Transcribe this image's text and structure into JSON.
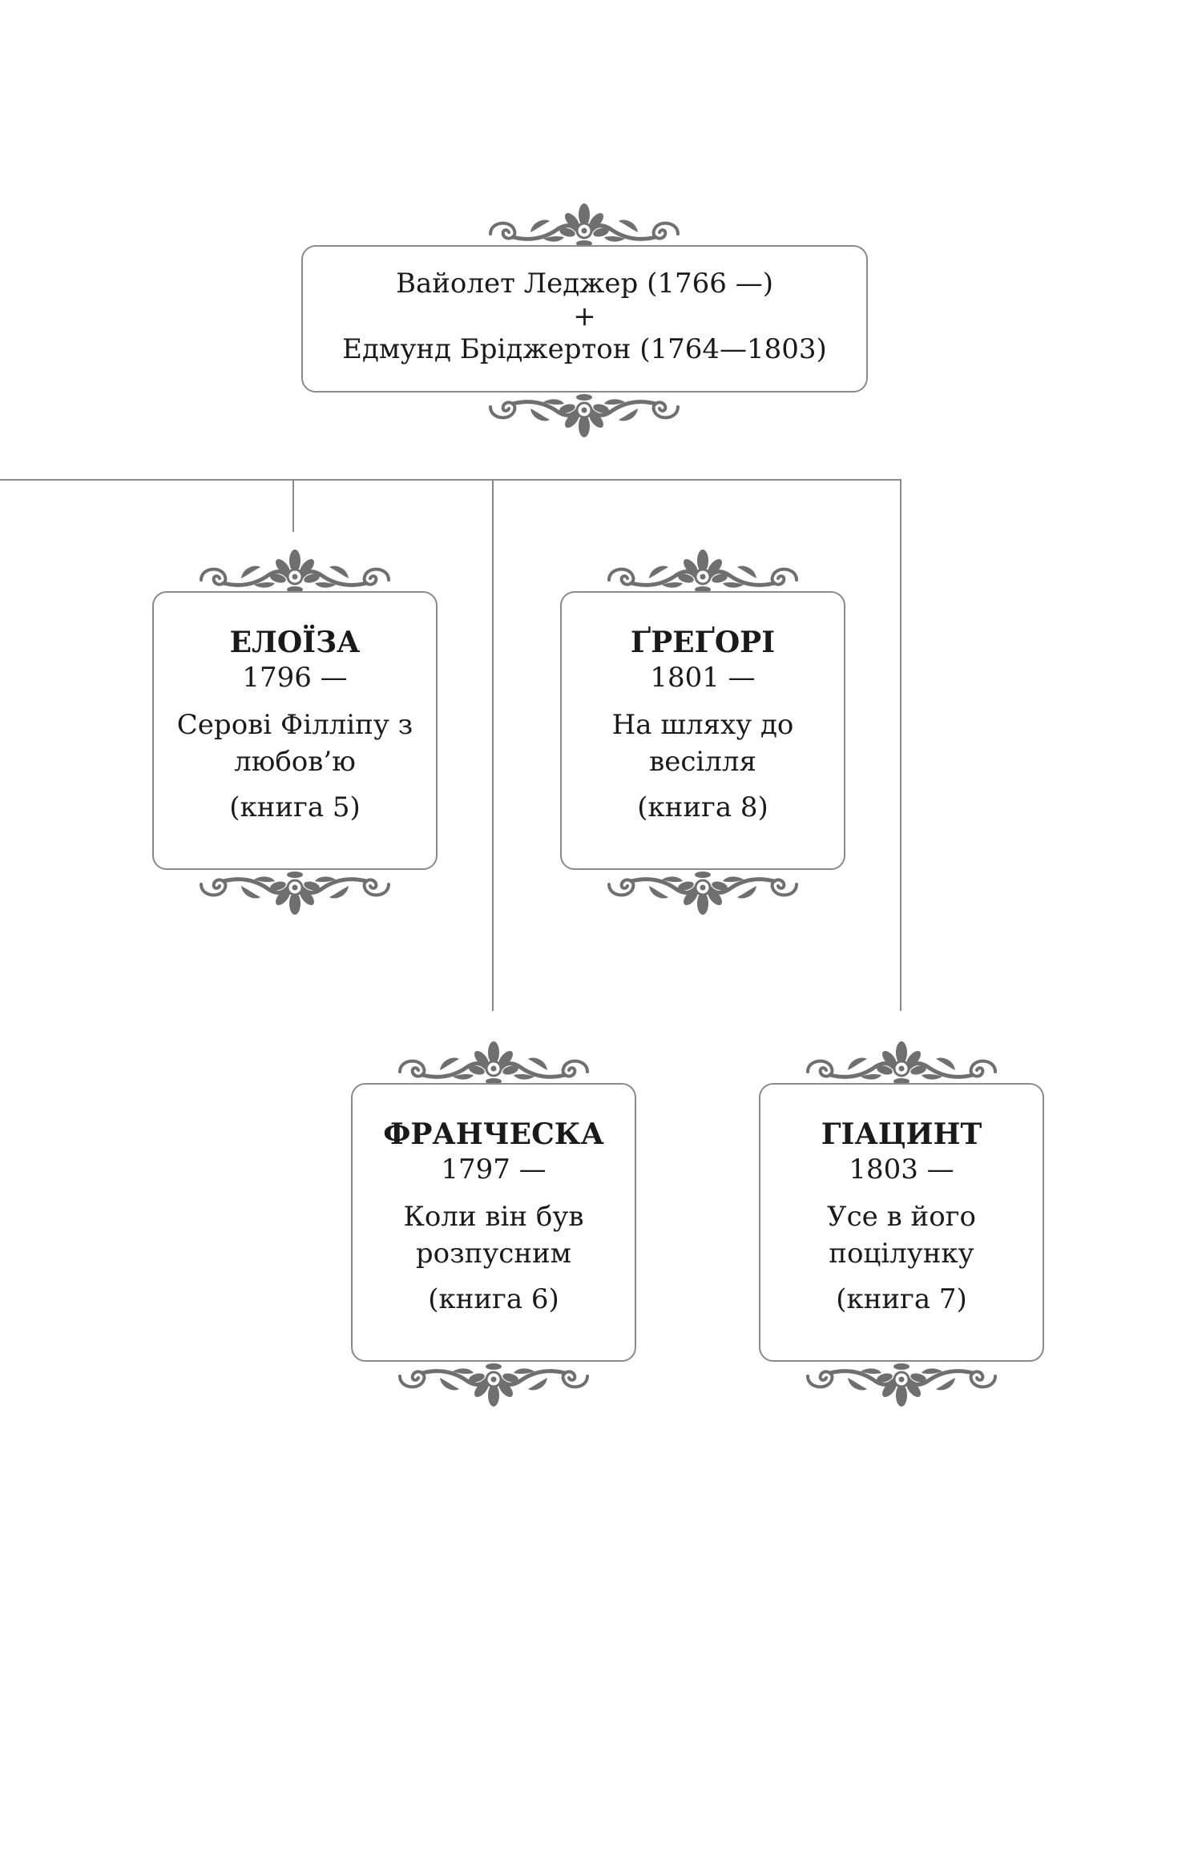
{
  "parents": {
    "mother": "Вайолет Леджер (1766 —)",
    "plus": "+",
    "father": "Едмунд Бріджертон (1764—1803)"
  },
  "children": [
    {
      "name": "ЕЛОЇЗА",
      "years": "1796 —",
      "title": "Серові Філліпу з любов’ю",
      "book": "(книга 5)"
    },
    {
      "name": "ҐРЕҐОРІ",
      "years": "1801 —",
      "title": "На шляху до весілля",
      "book": "(книга 8)"
    },
    {
      "name": "ФРАНЧЕСКА",
      "years": "1797 —",
      "title": "Коли він був розпусним",
      "book": "(книга 6)"
    },
    {
      "name": "ГІАЦИНТ",
      "years": "1803 —",
      "title": "Усе в його поцілунку",
      "book": "(книга 7)"
    }
  ],
  "colors": {
    "line": "#8a8a8a",
    "ornament": "#6f6f6f",
    "text": "#1a1a1a"
  }
}
